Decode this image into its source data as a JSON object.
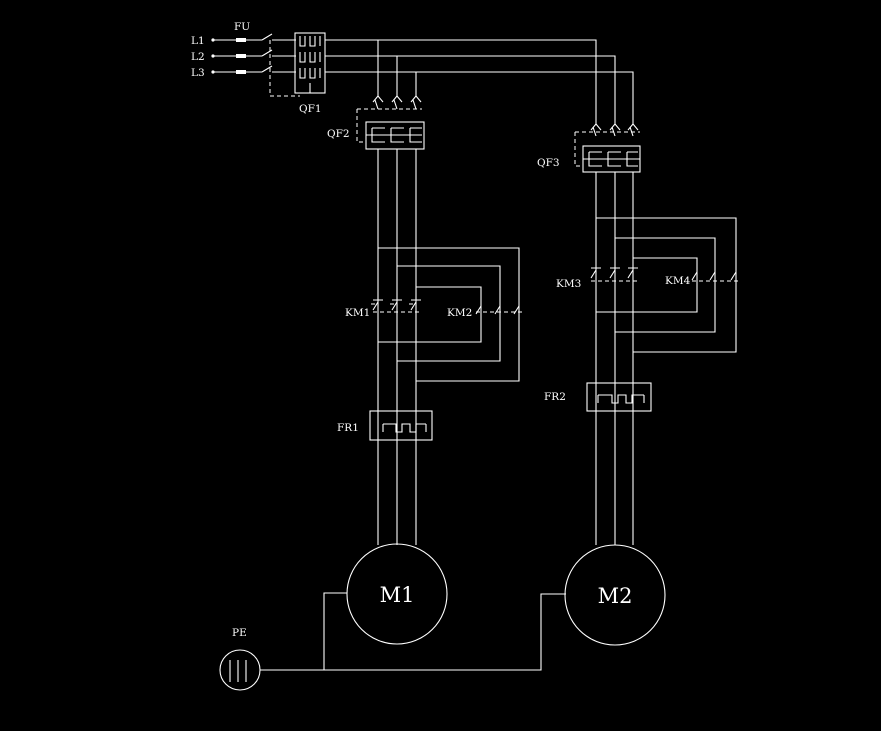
{
  "labels": {
    "l1": "L1",
    "l2": "L2",
    "l3": "L3",
    "fu": "FU",
    "qf1": "QF1",
    "qf2": "QF2",
    "qf3": "QF3",
    "km1": "KM1",
    "km2": "KM2",
    "km3": "KM3",
    "km4": "KM4",
    "fr1": "FR1",
    "fr2": "FR2",
    "m1": "M1",
    "m2": "M2",
    "pe": "PE"
  },
  "colors": {
    "background": "#000000",
    "line": "#ffffff"
  }
}
